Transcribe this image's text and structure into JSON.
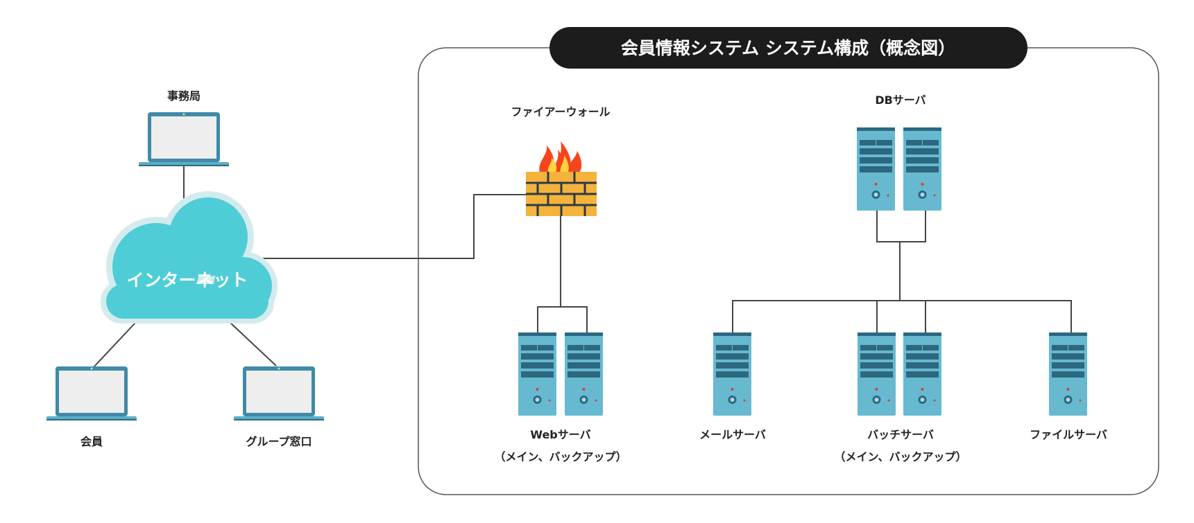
{
  "title": "会員情報システム システム構成（概念図）",
  "cloud": {
    "label": "インターネット",
    "color": "#4ecdd6",
    "halo_color": "#d4ebee"
  },
  "clients": {
    "office": "事務局",
    "member": "会員",
    "group": "グループ窓口"
  },
  "firewall": {
    "label": "ファイアーウォール",
    "brick_color": "#f4b33d",
    "flame_color": "#f5451d"
  },
  "servers": {
    "db": {
      "label": "DBサーバ"
    },
    "web": {
      "label": "Webサーバ",
      "sublabel": "（メイン、バックアップ）"
    },
    "mail": {
      "label": "メールサーバ"
    },
    "batch": {
      "label": "バッチサーバ",
      "sublabel": "（メイン、バックアップ）"
    },
    "file": {
      "label": "ファイルサーバ"
    }
  },
  "colors": {
    "server_body": "#67b9cf",
    "server_dark": "#2c6880",
    "laptop_frame": "#5aaec6",
    "title_bg": "#1c1c1c"
  }
}
